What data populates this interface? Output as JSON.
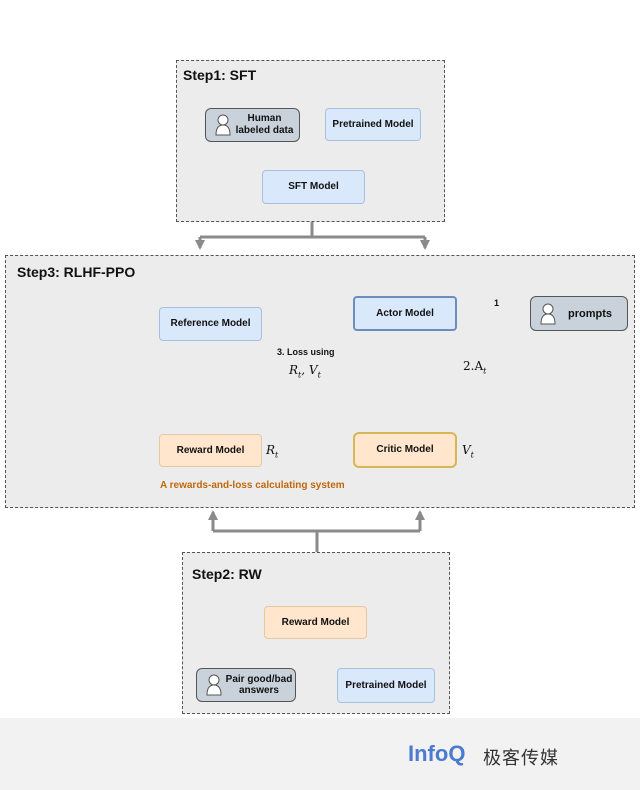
{
  "step1": {
    "title": "Step1: SFT",
    "human_labeled": "Human\nlabeled data",
    "pretrained": "Pretrained Model",
    "sft_model": "SFT Model"
  },
  "step3": {
    "title": "Step3: RLHF-PPO",
    "reference_model": "Reference Model",
    "actor_model": "Actor Model",
    "reward_model": "Reward Model",
    "critic_model": "Critic Model",
    "prompts": "prompts",
    "arrow_label_1": "1",
    "arrow_label_2": "2.A",
    "arrow_label_2_sub": "t",
    "loss_label": "3. Loss using",
    "loss_vars": "R",
    "r_t": "R",
    "v_t": "V",
    "system_label": "A rewards-and-loss calculating system"
  },
  "step2": {
    "title": "Step2: RW",
    "reward_model": "Reward Model",
    "pair_answers": "Pair good/bad\nanswers",
    "pretrained": "Pretrained Model"
  },
  "footer": {
    "logo_en": "InfoQ",
    "logo_cn": "极客传媒"
  },
  "colors": {
    "blue_fill": "#dae8fc",
    "orange_fill": "#ffe6cc",
    "orange_border": "#d6b656",
    "system_text": "#c0680a",
    "logo_blue": "#4a7bd0"
  }
}
